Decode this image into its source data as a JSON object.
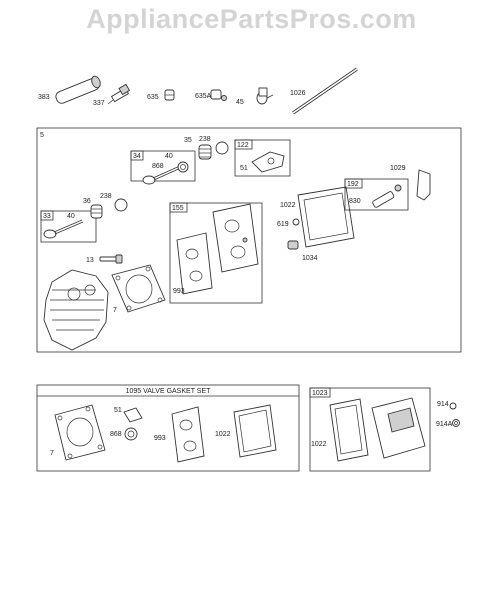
{
  "watermark": "AppliancePartsPros.com",
  "top_row_labels": [
    "383",
    "337",
    "635",
    "635A",
    "45",
    "1026"
  ],
  "main_panel": {
    "index_label": "5",
    "boxes": [
      "34",
      "122",
      "33",
      "155",
      "192"
    ],
    "labels": [
      "35",
      "238",
      "40",
      "868",
      "51",
      "1029",
      "36",
      "238",
      "40",
      "1022",
      "830",
      "619",
      "13",
      "993",
      "1034",
      "7"
    ]
  },
  "gasket_set": {
    "title": "1095 VALVE GASKET SET",
    "labels": [
      "51",
      "7",
      "868",
      "993",
      "1022"
    ]
  },
  "cover_panel": {
    "index_label": "1023",
    "labels": [
      "1022",
      "914",
      "914A"
    ]
  }
}
